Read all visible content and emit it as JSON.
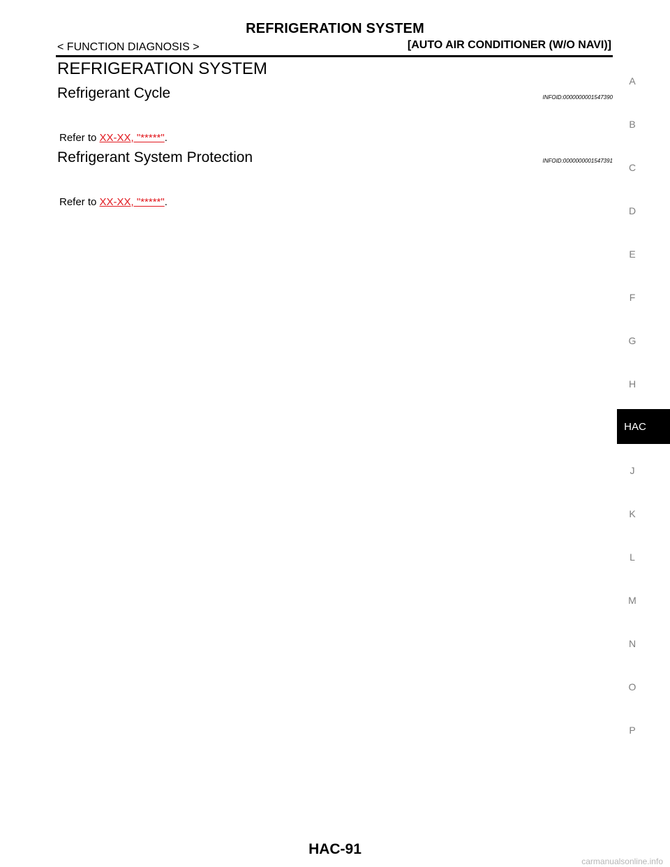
{
  "header": {
    "title": "REFRIGERATION SYSTEM",
    "left": "< FUNCTION DIAGNOSIS >",
    "right": "[AUTO AIR CONDITIONER (W/O NAVI)]"
  },
  "section_title": "REFRIGERATION SYSTEM",
  "sections": [
    {
      "title": "Refrigerant Cycle",
      "infoid": "INFOID:0000000001547390",
      "refer_prefix": "Refer to ",
      "link_text": "XX-XX, \"*****\"",
      "refer_suffix": "."
    },
    {
      "title": "Refrigerant System Protection",
      "infoid": "INFOID:0000000001547391",
      "refer_prefix": "Refer to ",
      "link_text": "XX-XX, \"*****\"",
      "refer_suffix": "."
    }
  ],
  "side_index": {
    "letters": [
      "A",
      "B",
      "C",
      "D",
      "E",
      "F",
      "G",
      "H",
      "J",
      "K",
      "L",
      "M",
      "N",
      "O",
      "P"
    ],
    "active": "HAC"
  },
  "page_number": "HAC-91",
  "watermark": "carmanualsonline.info",
  "colors": {
    "link": "#e1191f",
    "index_letter": "#7d7d7d",
    "active_tab_bg": "#000000"
  }
}
